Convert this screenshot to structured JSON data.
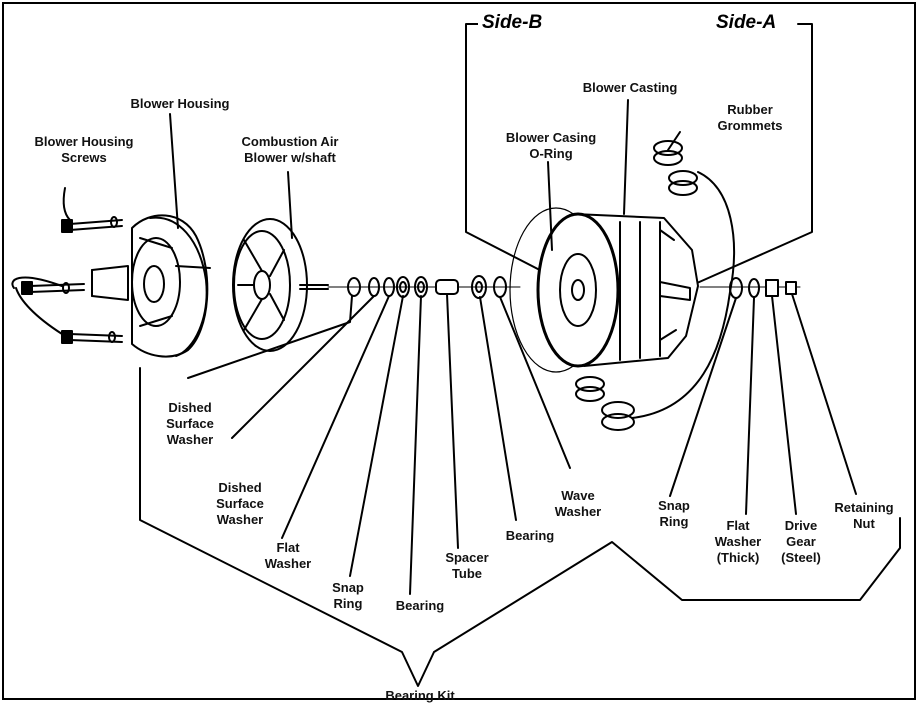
{
  "sides": {
    "side_b": "Side-B",
    "side_a": "Side-A"
  },
  "labels": {
    "blower_housing": "Blower Housing",
    "blower_housing_screws": "Blower Housing\nScrews",
    "combustion_air_blower": "Combustion Air\nBlower w/shaft",
    "blower_casing_oring": "Blower Casing\nO-Ring",
    "blower_casting": "Blower Casting",
    "rubber_grommets": "Rubber\nGrommets",
    "dished_washer_1": "Dished\nSurface\nWasher",
    "dished_washer_2": "Dished\nSurface\nWasher",
    "flat_washer": "Flat\nWasher",
    "snap_ring_1": "Snap\nRing",
    "bearing_1": "Bearing",
    "spacer_tube": "Spacer\nTube",
    "bearing_2": "Bearing",
    "wave_washer": "Wave\nWasher",
    "snap_ring_2": "Snap\nRing",
    "flat_washer_thick": "Flat\nWasher\n(Thick)",
    "drive_gear": "Drive\nGear\n(Steel)",
    "retaining_nut": "Retaining\nNut",
    "bearing_kit": "Bearing Kit"
  }
}
